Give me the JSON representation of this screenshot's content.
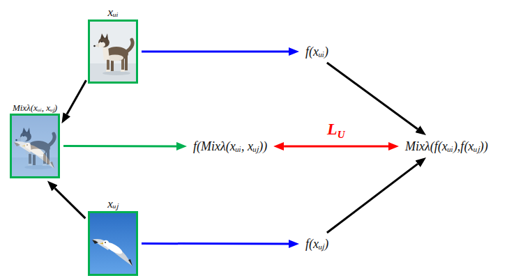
{
  "diagram": {
    "nodes": [
      {
        "text": [
          "xᵤᵢ"
        ]
      },
      {
        "text": [
          "f(xᵤᵢ)"
        ]
      },
      {
        "text": [
          "Mixλ(xᵤᵢ, xᵤⱼ)"
        ]
      },
      {
        "text": [
          "f(Mixλ(xᵤᵢ, xᵤⱼ))"
        ]
      },
      {
        "text": [
          "Mixλ(f(xᵤᵢ),f(xᵤⱼ))"
        ]
      },
      {
        "text": [
          "xᵤⱼ"
        ]
      },
      {
        "text": [
          "f(xᵤⱼ)"
        ]
      }
    ],
    "edges": [
      {
        "from": 0,
        "to": 1,
        "arrow": "to"
      },
      {
        "from": 0,
        "to": 2,
        "arrow": "to"
      },
      {
        "from": 5,
        "to": 2,
        "arrow": "to"
      },
      {
        "from": 5,
        "to": 6,
        "arrow": "to"
      },
      {
        "from": 2,
        "to": 3,
        "arrow": "to"
      },
      {
        "from": 3,
        "to": 4,
        "arrow": "both",
        "label": "LU"
      },
      {
        "from": 1,
        "to": 4,
        "arrow": "to"
      },
      {
        "from": 6,
        "to": 4,
        "arrow": "to"
      }
    ]
  }
}
